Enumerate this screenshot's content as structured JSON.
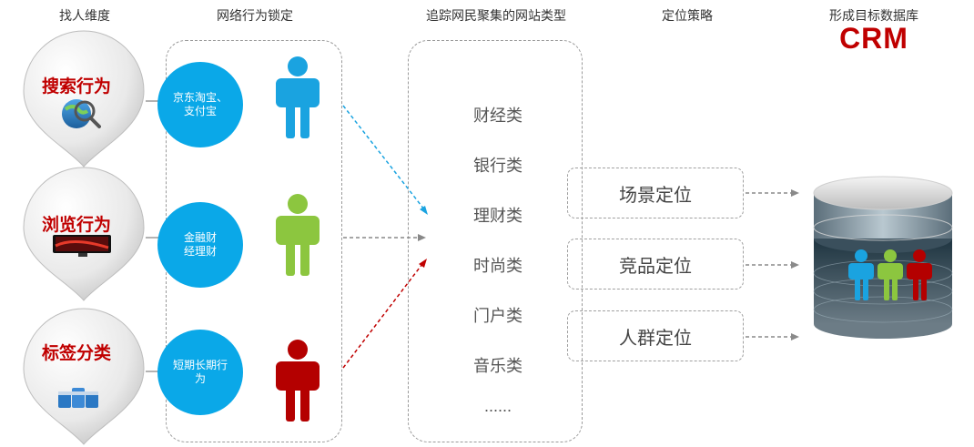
{
  "columns": {
    "dimension": "找人维度",
    "behavior_lock": "网络行为锁定",
    "site_types": "追踪网民聚集的网站类型",
    "strategy": "定位策略",
    "database": "形成目标数据库"
  },
  "crm": "CRM",
  "dimensions": [
    {
      "label": "搜索行为",
      "icon": "globe-magnifier-icon"
    },
    {
      "label": "浏览行为",
      "icon": "monitor-icon"
    },
    {
      "label": "标签分类",
      "icon": "database-boxes-icon"
    }
  ],
  "behaviors": [
    {
      "text": "京东淘宝、支付宝",
      "person_color": "#1aa3e0",
      "arrow_color": "#1aa3e0"
    },
    {
      "text": "金融财经理财",
      "person_color": "#8cc63f",
      "arrow_color": "#888888"
    },
    {
      "text": "短期长期行为",
      "person_color": "#b40000",
      "arrow_color": "#c00000"
    }
  ],
  "site_types": [
    "财经类",
    "银行类",
    "理财类",
    "时尚类",
    "门户类",
    "音乐类",
    "......"
  ],
  "strategies": [
    "场景定位",
    "竞品定位",
    "人群定位"
  ],
  "colors": {
    "bubble": "#0aa8e8",
    "pin_label": "#c00000",
    "crm": "#c00000"
  }
}
